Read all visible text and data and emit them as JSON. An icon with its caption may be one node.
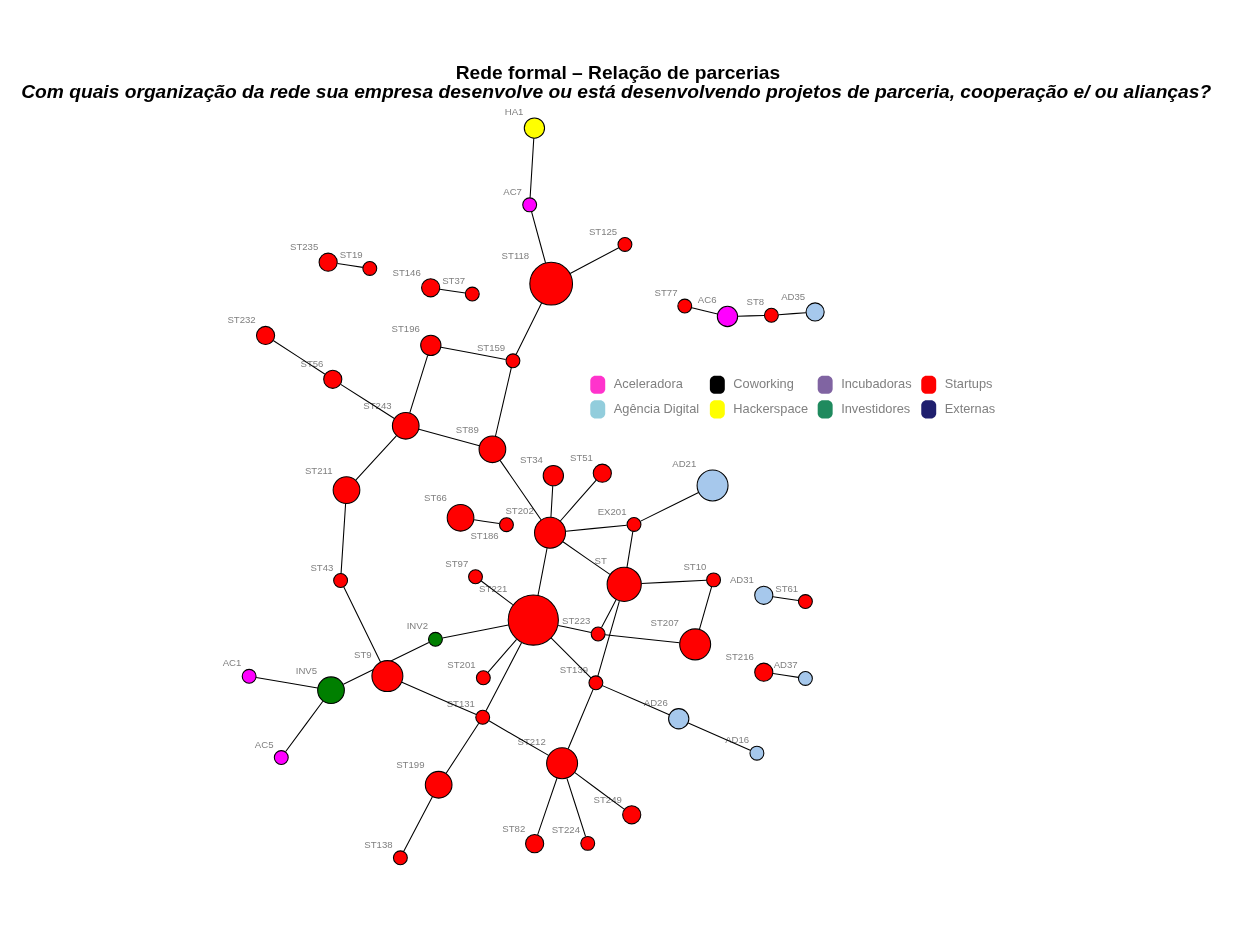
{
  "diagram": {
    "title": "Rede formal – Relação de parcerias",
    "caption": "Com quais organização da rede sua empresa desenvolve ou está desenvolvendo projetos de parceria, cooperação e/ ou alianças?",
    "nodes": [
      {
        "text": [],
        "shape": "circle",
        "beside": [
          "AC5"
        ]
      },
      {
        "text": [],
        "shape": "circle",
        "beside": [
          "AC1"
        ]
      },
      {
        "text": [],
        "shape": "circle",
        "beside": [
          "ST138"
        ]
      },
      {
        "text": [],
        "shape": "circle",
        "beside": [
          "INV5"
        ]
      },
      {
        "text": [],
        "shape": "circle",
        "beside": [
          "AD16"
        ]
      },
      {
        "text": [],
        "shape": "circle",
        "beside": [
          "ST199"
        ]
      },
      {
        "text": [],
        "shape": "circle",
        "beside": [
          "AD26"
        ]
      },
      {
        "text": [],
        "shape": "circle",
        "beside": [
          "ST249"
        ]
      },
      {
        "text": [],
        "shape": "circle",
        "beside": [
          "INV2"
        ]
      },
      {
        "text": [],
        "shape": "circle",
        "beside": [
          "ST224"
        ]
      },
      {
        "text": [],
        "shape": "circle",
        "beside": [
          "ST146"
        ]
      },
      {
        "text": [],
        "shape": "circle",
        "beside": [
          "ST131"
        ]
      },
      {
        "text": [],
        "shape": "circle",
        "beside": [
          "ST9"
        ]
      },
      {
        "text": [],
        "shape": "circle",
        "beside": [
          "ST139"
        ]
      },
      {
        "text": [],
        "shape": "circle",
        "beside": [
          "ST223"
        ]
      },
      {
        "text": [],
        "shape": "circle",
        "beside": [
          "ST97"
        ]
      },
      {
        "text": [],
        "shape": "circle",
        "beside": [
          "ST82"
        ]
      },
      {
        "text": [],
        "shape": "circle",
        "beside": [
          "ST235"
        ]
      },
      {
        "text": [],
        "shape": "circle",
        "beside": [
          "ST37"
        ]
      },
      {
        "text": [],
        "shape": "circle",
        "beside": [
          "ST221"
        ]
      },
      {
        "text": [],
        "shape": "circle",
        "beside": [
          "ST212"
        ]
      },
      {
        "text": [],
        "shape": "circle",
        "beside": [
          "ST201"
        ]
      },
      {
        "text": [],
        "shape": "circle",
        "beside": [
          "ST207"
        ]
      },
      {
        "text": [],
        "shape": "circle",
        "beside": [
          "ST43"
        ]
      },
      {
        "text": [],
        "shape": "circle",
        "beside": [
          "ST"
        ]
      },
      {
        "text": [],
        "shape": "circle",
        "beside": [
          "ST202"
        ]
      },
      {
        "text": [],
        "shape": "circle",
        "beside": [
          "ST10"
        ]
      },
      {
        "text": [],
        "shape": "circle",
        "beside": [
          "ST19"
        ]
      },
      {
        "text": [],
        "shape": "circle",
        "beside": [
          "EX201"
        ]
      },
      {
        "text": [],
        "shape": "circle",
        "beside": [
          "ST216"
        ]
      },
      {
        "text": [],
        "shape": "circle",
        "beside": [
          "AD21"
        ]
      },
      {
        "text": [],
        "shape": "circle",
        "beside": [
          "ST51"
        ]
      },
      {
        "text": [],
        "shape": "circle",
        "beside": [
          "ST34"
        ]
      },
      {
        "text": [],
        "shape": "circle",
        "beside": [
          "AD37"
        ]
      },
      {
        "text": [],
        "shape": "circle",
        "beside": [
          "ST211"
        ]
      },
      {
        "text": [],
        "shape": "circle",
        "beside": [
          "ST89"
        ]
      },
      {
        "text": [],
        "shape": "circle",
        "beside": [
          "ST66"
        ]
      },
      {
        "text": [],
        "shape": "circle",
        "beside": [
          "ST243"
        ]
      },
      {
        "text": [],
        "shape": "circle",
        "beside": [
          "ST159"
        ]
      },
      {
        "text": [],
        "shape": "circle",
        "beside": [
          "ST118"
        ]
      },
      {
        "text": [],
        "shape": "circle",
        "beside": [
          "ST196"
        ]
      },
      {
        "text": [],
        "shape": "circle",
        "beside": [
          "ST186"
        ]
      },
      {
        "text": [],
        "shape": "circle",
        "beside": [
          "ST125"
        ]
      },
      {
        "text": [],
        "shape": "circle",
        "beside": [
          "ST56"
        ]
      },
      {
        "text": [],
        "shape": "circle",
        "beside": [
          "AC7"
        ]
      },
      {
        "text": [],
        "shape": "circle",
        "beside": [
          "AD31"
        ]
      },
      {
        "text": [],
        "shape": "circle",
        "beside": [
          "ST8"
        ]
      },
      {
        "text": [],
        "shape": "circle",
        "beside": [
          "AD35"
        ]
      },
      {
        "text": [],
        "shape": "circle",
        "beside": [
          "AC6"
        ]
      },
      {
        "text": [],
        "shape": "circle",
        "beside": [
          "ST61"
        ]
      },
      {
        "text": [],
        "shape": "circle",
        "beside": [
          "HA1"
        ]
      },
      {
        "text": [],
        "shape": "circle",
        "beside": [
          "ST232"
        ]
      },
      {
        "text": [],
        "shape": "circle",
        "beside": [
          "ST77"
        ]
      }
    ],
    "edges": [
      {
        "from": 1,
        "to": 3,
        "arrow": "none"
      },
      {
        "from": 0,
        "to": 3,
        "arrow": "none"
      },
      {
        "from": 3,
        "to": 8,
        "arrow": "none"
      },
      {
        "from": 2,
        "to": 5,
        "arrow": "none"
      },
      {
        "from": 5,
        "to": 11,
        "arrow": "none"
      },
      {
        "from": 12,
        "to": 11,
        "arrow": "none"
      },
      {
        "from": 11,
        "to": 19,
        "arrow": "none"
      },
      {
        "from": 11,
        "to": 20,
        "arrow": "none"
      },
      {
        "from": 15,
        "to": 19,
        "arrow": "none"
      },
      {
        "from": 8,
        "to": 19,
        "arrow": "none"
      },
      {
        "from": 21,
        "to": 19,
        "arrow": "none"
      },
      {
        "from": 19,
        "to": 13,
        "arrow": "none"
      },
      {
        "from": 19,
        "to": 14,
        "arrow": "none"
      },
      {
        "from": 19,
        "to": 25,
        "arrow": "none"
      },
      {
        "from": 13,
        "to": 6,
        "arrow": "none"
      },
      {
        "from": 4,
        "to": 6,
        "arrow": "none"
      },
      {
        "from": 13,
        "to": 20,
        "arrow": "none"
      },
      {
        "from": 13,
        "to": 24,
        "arrow": "none"
      },
      {
        "from": 20,
        "to": 7,
        "arrow": "none"
      },
      {
        "from": 20,
        "to": 9,
        "arrow": "none"
      },
      {
        "from": 14,
        "to": 24,
        "arrow": "none"
      },
      {
        "from": 14,
        "to": 22,
        "arrow": "none"
      },
      {
        "from": 20,
        "to": 16,
        "arrow": "none"
      },
      {
        "from": 25,
        "to": 24,
        "arrow": "none"
      },
      {
        "from": 25,
        "to": 28,
        "arrow": "none"
      },
      {
        "from": 25,
        "to": 31,
        "arrow": "none"
      },
      {
        "from": 25,
        "to": 35,
        "arrow": "none"
      },
      {
        "from": 25,
        "to": 32,
        "arrow": "none"
      },
      {
        "from": 24,
        "to": 26,
        "arrow": "none"
      },
      {
        "from": 24,
        "to": 28,
        "arrow": "none"
      },
      {
        "from": 22,
        "to": 26,
        "arrow": "none"
      },
      {
        "from": 28,
        "to": 30,
        "arrow": "none"
      },
      {
        "from": 12,
        "to": 23,
        "arrow": "none"
      },
      {
        "from": 23,
        "to": 34,
        "arrow": "none"
      },
      {
        "from": 34,
        "to": 37,
        "arrow": "none"
      },
      {
        "from": 37,
        "to": 35,
        "arrow": "none"
      },
      {
        "from": 37,
        "to": 40,
        "arrow": "none"
      },
      {
        "from": 37,
        "to": 43,
        "arrow": "none"
      },
      {
        "from": 40,
        "to": 38,
        "arrow": "none"
      },
      {
        "from": 35,
        "to": 38,
        "arrow": "none"
      },
      {
        "from": 38,
        "to": 39,
        "arrow": "none"
      },
      {
        "from": 39,
        "to": 44,
        "arrow": "none"
      },
      {
        "from": 39,
        "to": 42,
        "arrow": "none"
      },
      {
        "from": 44,
        "to": 50,
        "arrow": "none"
      },
      {
        "from": 43,
        "to": 51,
        "arrow": "none"
      },
      {
        "from": 46,
        "to": 47,
        "arrow": "none"
      },
      {
        "from": 46,
        "to": 48,
        "arrow": "none"
      },
      {
        "from": 48,
        "to": 52,
        "arrow": "none"
      },
      {
        "from": 45,
        "to": 49,
        "arrow": "none"
      },
      {
        "from": 17,
        "to": 27,
        "arrow": "none"
      },
      {
        "from": 18,
        "to": 10,
        "arrow": "none"
      },
      {
        "from": 29,
        "to": 33,
        "arrow": "none"
      },
      {
        "from": 36,
        "to": 41,
        "arrow": "none"
      }
    ],
    "legend": [
      {
        "text": "Aceleradora",
        "color": "#ff33cc"
      },
      {
        "text": "Coworking",
        "color": "#000000"
      },
      {
        "text": "Incubadoras",
        "color": "#8064a2"
      },
      {
        "text": "Startups",
        "color": "#ff0000"
      },
      {
        "text": "Agência Digital",
        "color": "#92cddc"
      },
      {
        "text": "Hackerspace",
        "color": "#ffff00"
      },
      {
        "text": "Investidores",
        "color": "#1f8a5e"
      },
      {
        "text": "Externas",
        "color": "#1f1f6e"
      }
    ]
  }
}
